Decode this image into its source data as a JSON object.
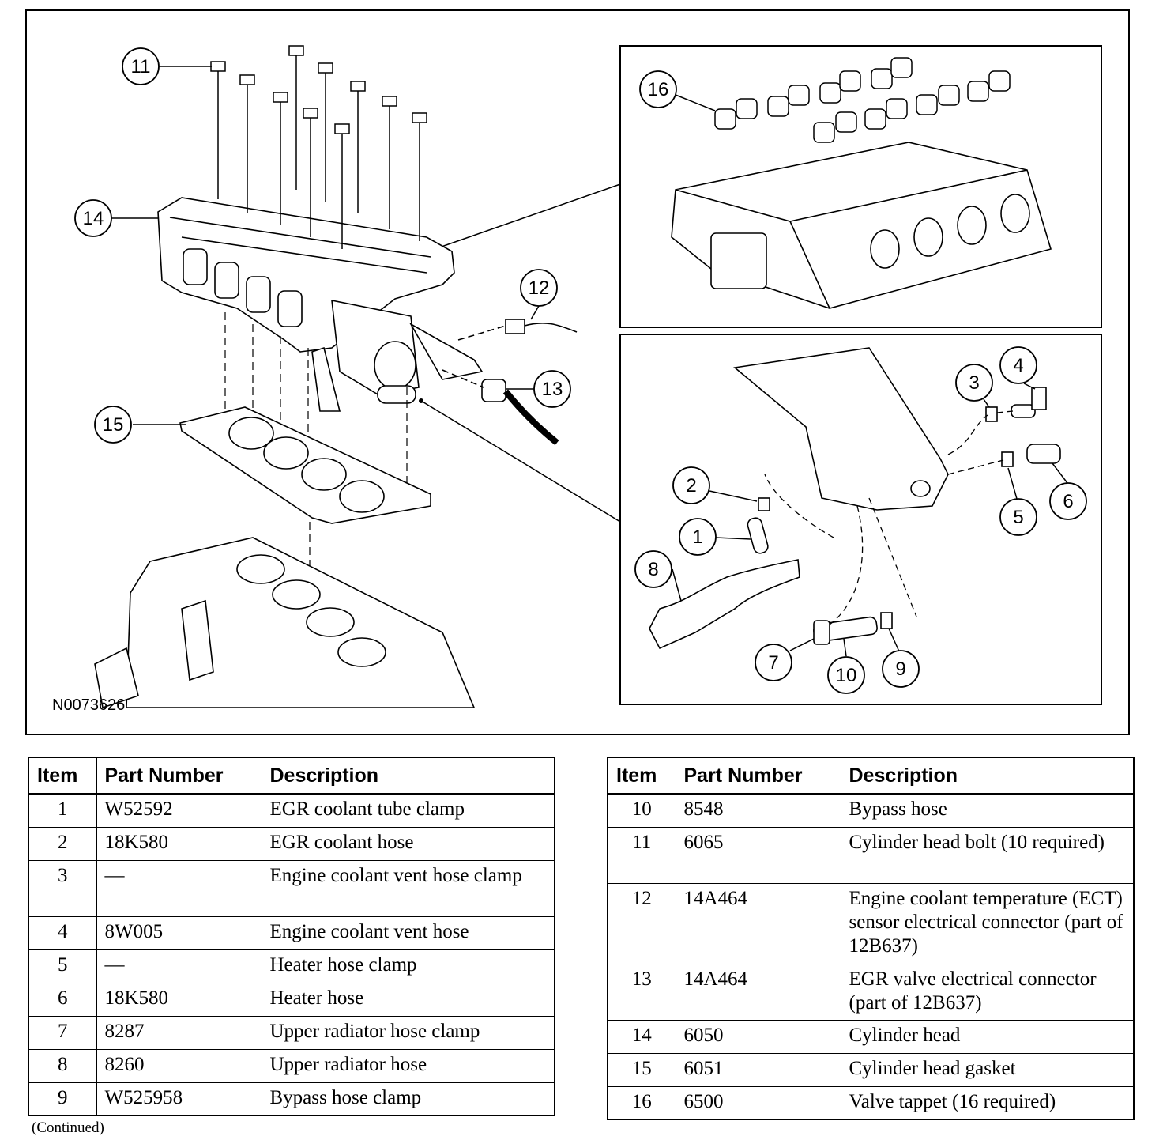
{
  "figure_id": "N0073626",
  "callouts": [
    "1",
    "2",
    "3",
    "4",
    "5",
    "6",
    "7",
    "8",
    "9",
    "10",
    "11",
    "12",
    "13",
    "14",
    "15",
    "16"
  ],
  "table_headers": {
    "item": "Item",
    "part_number": "Part Number",
    "description": "Description"
  },
  "parts": [
    {
      "item": "1",
      "part_number": "W52592",
      "description": "EGR coolant tube clamp"
    },
    {
      "item": "2",
      "part_number": "18K580",
      "description": "EGR coolant hose"
    },
    {
      "item": "3",
      "part_number": "—",
      "description": "Engine coolant vent hose clamp"
    },
    {
      "item": "4",
      "part_number": "8W005",
      "description": "Engine coolant vent hose"
    },
    {
      "item": "5",
      "part_number": "—",
      "description": "Heater hose clamp"
    },
    {
      "item": "6",
      "part_number": "18K580",
      "description": "Heater hose"
    },
    {
      "item": "7",
      "part_number": "8287",
      "description": "Upper radiator hose clamp"
    },
    {
      "item": "8",
      "part_number": "8260",
      "description": "Upper radiator hose"
    },
    {
      "item": "9",
      "part_number": "W525958",
      "description": "Bypass hose clamp"
    },
    {
      "item": "10",
      "part_number": "8548",
      "description": "Bypass hose"
    },
    {
      "item": "11",
      "part_number": "6065",
      "description": "Cylinder head bolt (10 required)"
    },
    {
      "item": "12",
      "part_number": "14A464",
      "description": "Engine coolant temperature (ECT) sensor electrical connector (part of 12B637)"
    },
    {
      "item": "13",
      "part_number": "14A464",
      "description": "EGR valve electrical connector (part of 12B637)"
    },
    {
      "item": "14",
      "part_number": "6050",
      "description": "Cylinder head"
    },
    {
      "item": "15",
      "part_number": "6051",
      "description": "Cylinder head gasket"
    },
    {
      "item": "16",
      "part_number": "6500",
      "description": "Valve tappet (16 required)"
    }
  ],
  "continued": "(Continued)"
}
